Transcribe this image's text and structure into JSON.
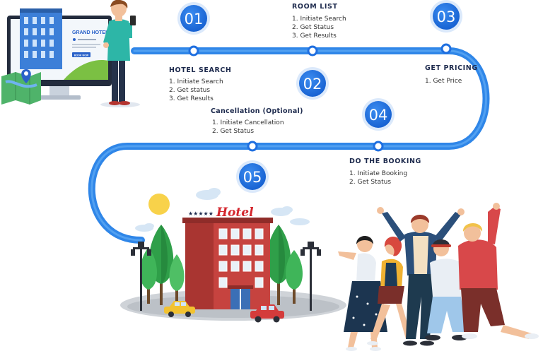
{
  "steps": [
    {
      "number": "01",
      "title": "HOTEL SEARCH",
      "items": [
        "1. Initiate Search",
        "2. Get status",
        "3. Get Results"
      ]
    },
    {
      "number": "02",
      "title": "ROOM LIST",
      "items": [
        "1.  Initiate Search",
        "2. Get Status",
        "3. Get Results"
      ]
    },
    {
      "number": "03",
      "title": "GET PRICING",
      "items": [
        "1. Get Price"
      ]
    },
    {
      "number": "04",
      "title": "DO THE BOOKING",
      "items": [
        "1. Initiate Booking",
        "2. Get Status"
      ]
    },
    {
      "number": "05",
      "title": "Cancellation (Optional)",
      "items": [
        "1. Initiate Cancellation",
        "2. Get Status"
      ]
    }
  ],
  "illustration": {
    "monitor_title": "GRAND HOTEL",
    "monitor_button": "BOOK NOW",
    "hotel_sign": "Hotel",
    "hotel_stars": "★★★★★"
  },
  "colors": {
    "path": "#2f86e8",
    "badge": "#1f6fe0",
    "badge_ring": "#dbe9fb",
    "hotel_brick": "#c6433f",
    "title_text": "#1d2a4d"
  }
}
